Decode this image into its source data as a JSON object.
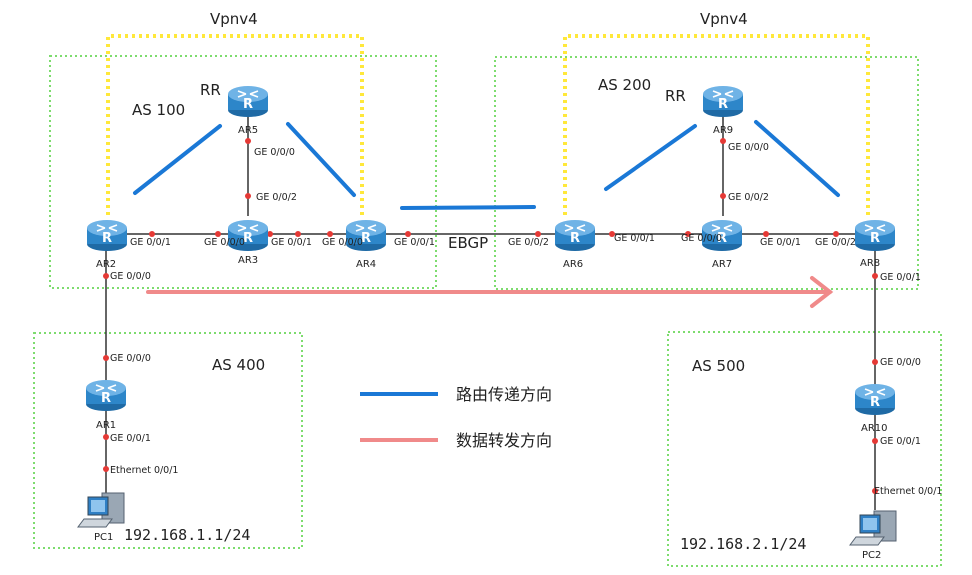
{
  "colors": {
    "as_border": "#7ddc6e",
    "vpnv4_border": "#ffe83a",
    "route_line": "#1a78d6",
    "data_line": "#f08a8a",
    "router_body": "#2d86c9",
    "link": "#333333",
    "port_dot": "#e53935"
  },
  "labels": {
    "vpnv4_left": "Vpnv4",
    "vpnv4_right": "Vpnv4",
    "as100": "AS 100",
    "as200": "AS 200",
    "as400": "AS 400",
    "as500": "AS 500",
    "rr_left": "RR",
    "rr_right": "RR",
    "ebgp": "EBGP",
    "ip_pc1": "192.168.1.1/24",
    "ip_pc2": "192.168.2.1/24"
  },
  "routers": {
    "ar1": "AR1",
    "ar2": "AR2",
    "ar3": "AR3",
    "ar4": "AR4",
    "ar5": "AR5",
    "ar6": "AR6",
    "ar7": "AR7",
    "ar8": "AR8",
    "ar9": "AR9",
    "ar10": "AR10"
  },
  "pcs": {
    "pc1": "PC1",
    "pc2": "PC2"
  },
  "ports": {
    "ar2_right": "GE 0/0/1",
    "ar2_down": "GE 0/0/0",
    "ar3_left": "GE 0/0/0",
    "ar3_right": "GE 0/0/1",
    "ar3_up": "GE 0/0/2",
    "ar5_down": "GE 0/0/0",
    "ar4_left": "GE 0/0/0",
    "ar4_right": "GE 0/0/1",
    "ar6_left": "GE 0/0/2",
    "ar6_right": "GE 0/0/1",
    "ar7_left": "GE 0/0/0",
    "ar7_right": "GE 0/0/1",
    "ar7_up": "GE 0/0/2",
    "ar9_down": "GE 0/0/0",
    "ar8_left": "GE 0/0/2",
    "ar8_down": "GE 0/0/1",
    "ar1_up": "GE 0/0/0",
    "ar1_down": "GE 0/0/1",
    "pc1_eth": "Ethernet 0/0/1",
    "ar10_up": "GE 0/0/0",
    "ar10_down": "GE 0/0/1",
    "pc2_eth": "Ethernet 0/0/1"
  },
  "legend": {
    "route_direction": "路由传递方向",
    "data_direction": "数据转发方向"
  }
}
